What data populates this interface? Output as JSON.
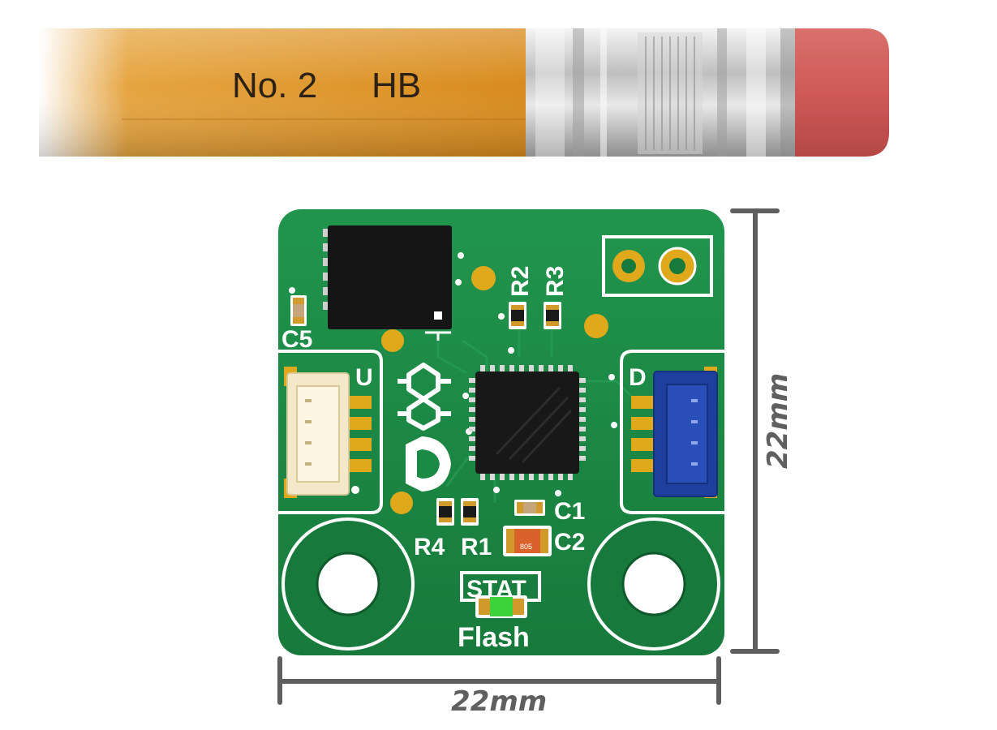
{
  "pencil": {
    "grade_number": "No. 2",
    "grade_letters": "HB"
  },
  "board": {
    "silkscreen": {
      "r2": "R2",
      "r3": "R3",
      "c5": "C5",
      "u": "U",
      "d": "D",
      "c1": "C1",
      "c2": "C2",
      "r4": "R4",
      "r1": "R1",
      "stat": "STAT",
      "flash": "Flash",
      "c2_marking": "805"
    }
  },
  "dimensions": {
    "width": "22mm",
    "height": "22mm"
  },
  "colors": {
    "pcb_green": "#1b8a45",
    "silk_white": "#ffffff",
    "gold_pad": "#e0a91c",
    "connector_cream": "#f3e8c8",
    "connector_blue": "#1f3f9e",
    "chip_black": "#151515",
    "dimension_gray": "#5f5f5f",
    "pencil_wood": "#e39a2a",
    "eraser_pink": "#cf5a57",
    "led_green": "#3bd23b"
  }
}
